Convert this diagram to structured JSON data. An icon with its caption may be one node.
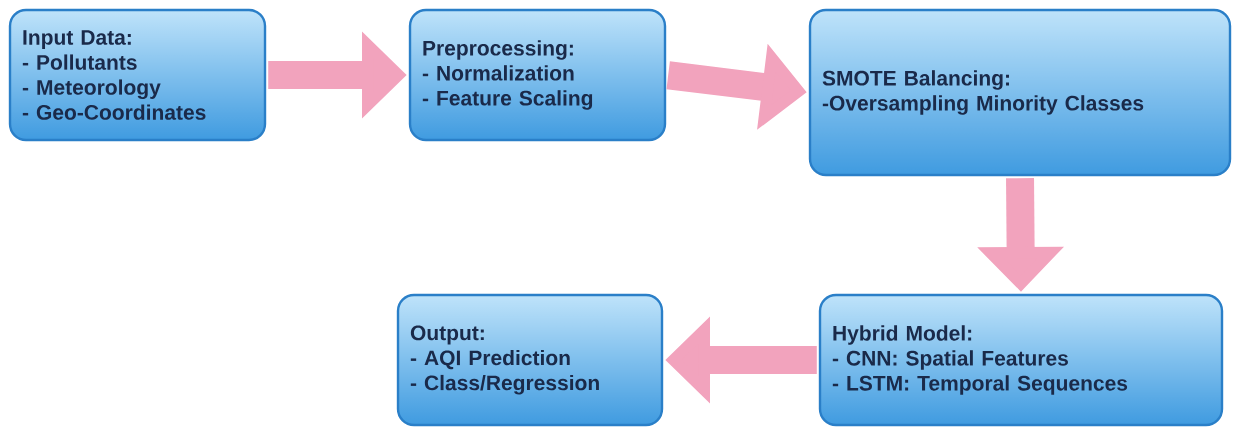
{
  "diagram": {
    "nodes": [
      {
        "text": [
          "Input Data:",
          "- Pollutants",
          "- Meteorology",
          "- Geo-Coordinates"
        ]
      },
      {
        "text": [
          "Preprocessing:",
          "- Normalization",
          "- Feature Scaling"
        ]
      },
      {
        "text": [
          "SMOTE Balancing:",
          "-Oversampling Minority Classes"
        ]
      },
      {
        "text": [
          "Output:",
          "- AQI Prediction",
          "- Class/Regression"
        ]
      },
      {
        "text": [
          "Hybrid Model:",
          "- CNN: Spatial Features",
          "- LSTM: Temporal Sequences"
        ]
      }
    ],
    "edges": [
      {
        "from": 0,
        "to": 1,
        "arrow": "to"
      },
      {
        "from": 1,
        "to": 2,
        "arrow": "to"
      },
      {
        "from": 2,
        "to": 4,
        "arrow": "to"
      },
      {
        "from": 4,
        "to": 3,
        "arrow": "to"
      }
    ]
  }
}
